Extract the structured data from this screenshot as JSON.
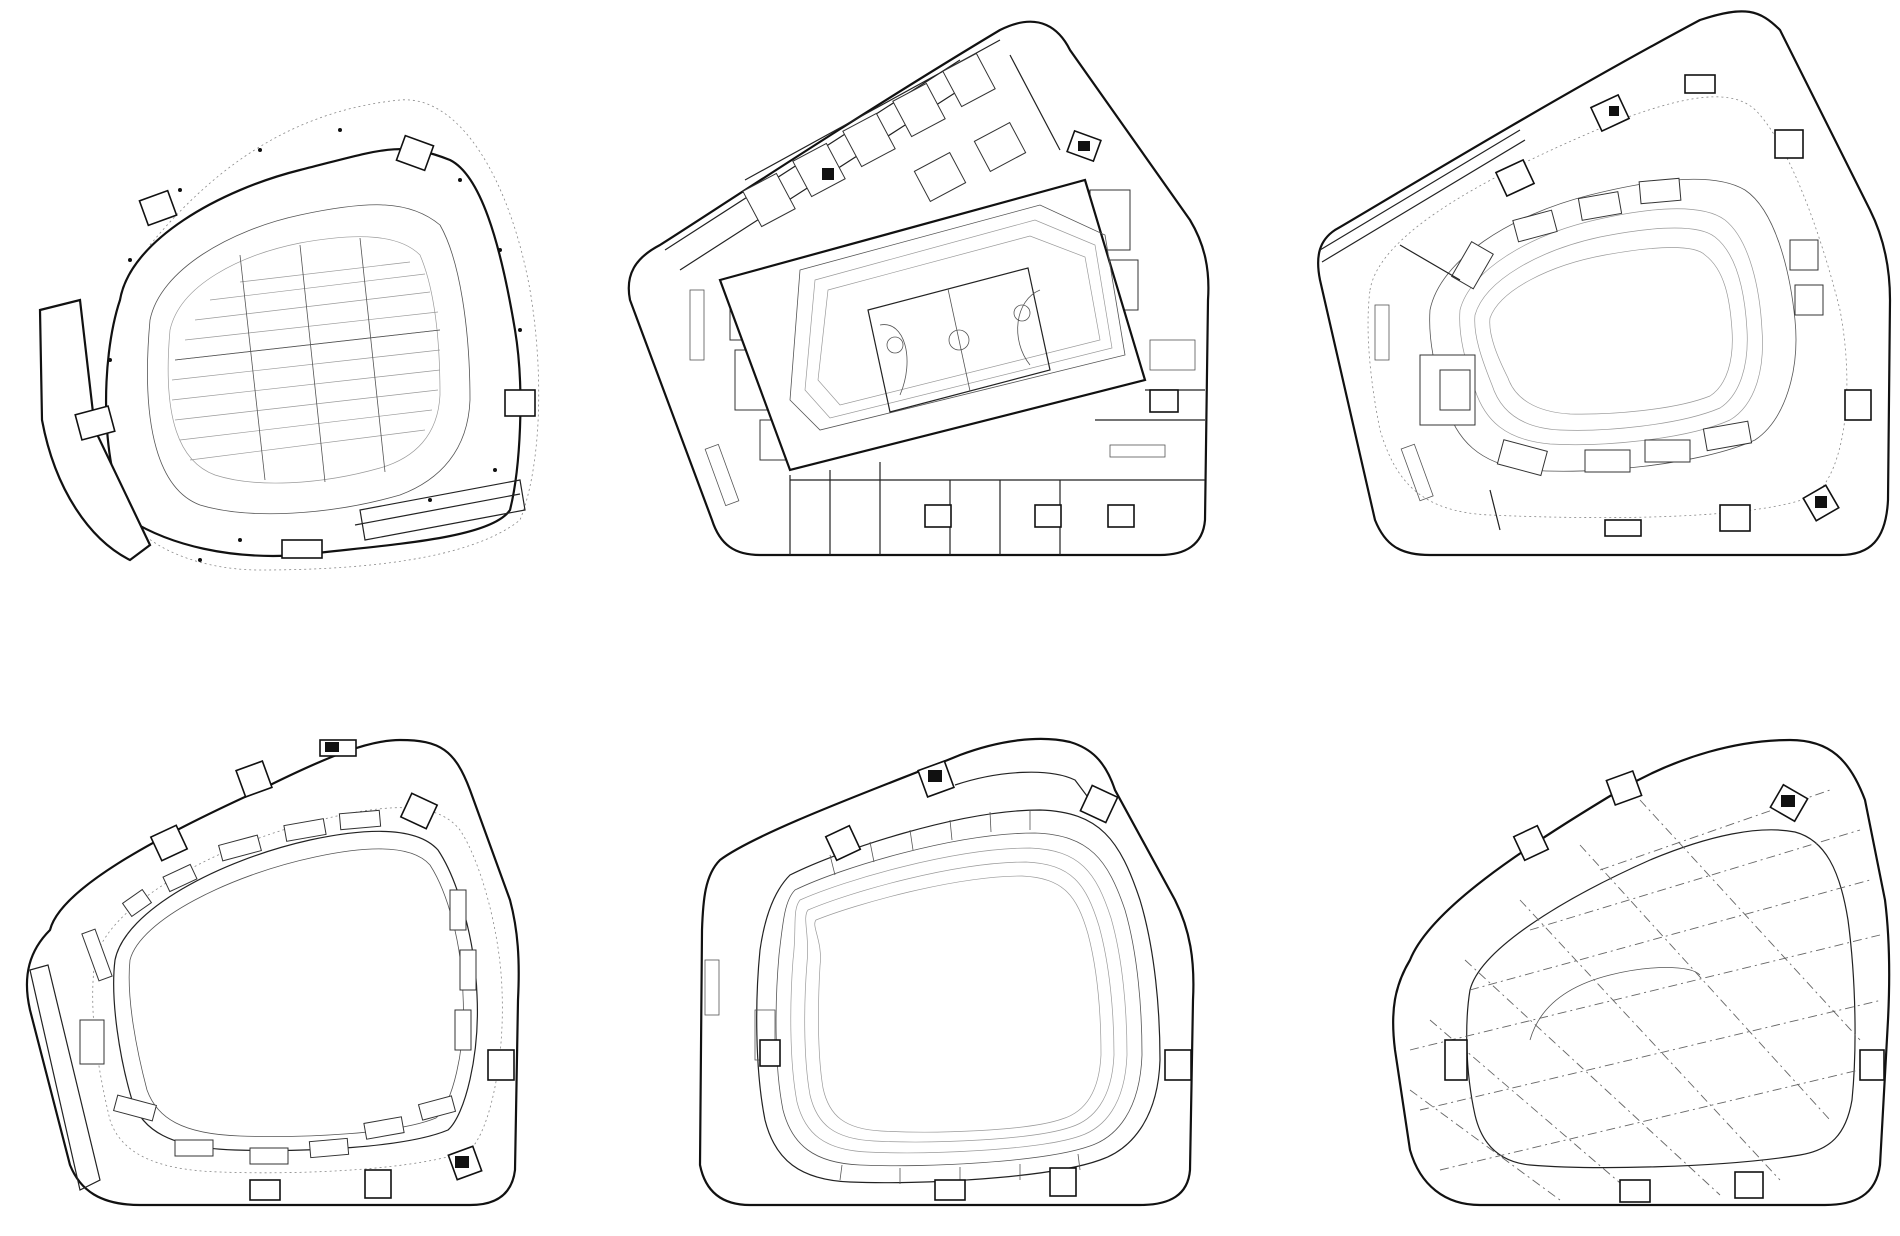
{
  "sheet": {
    "plans": [
      {
        "id": "plan-1"
      },
      {
        "id": "plan-2"
      },
      {
        "id": "plan-3"
      },
      {
        "id": "plan-4"
      },
      {
        "id": "plan-5"
      },
      {
        "id": "plan-6"
      }
    ]
  },
  "colors": {
    "line": "#111111",
    "fine_line": "#555555",
    "background": "#ffffff"
  }
}
